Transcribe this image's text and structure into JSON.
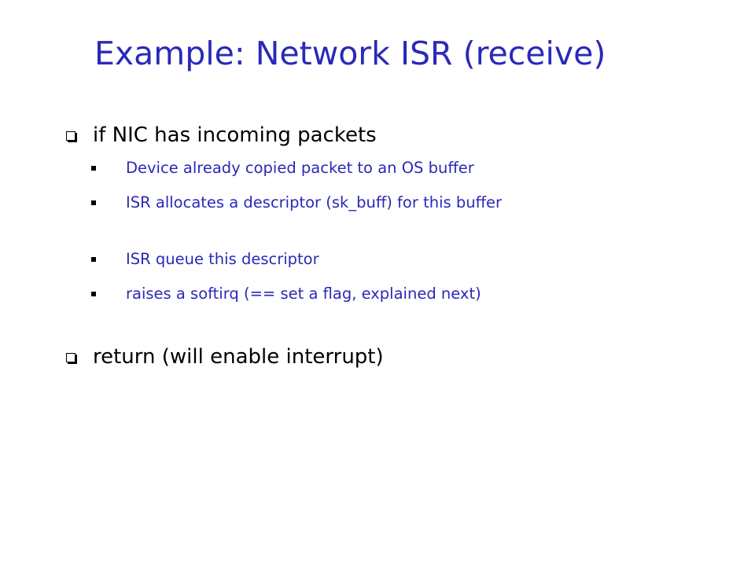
{
  "slide": {
    "title": "Example: Network ISR (receive)",
    "bullets": [
      {
        "text": "if NIC has incoming packets",
        "subitems": [
          "Device already copied packet to an OS buffer",
          "ISR allocates a descriptor (sk_buff) for this buffer",
          "ISR queue this descriptor",
          "raises a softirq (== set a flag, explained next)"
        ]
      },
      {
        "text": "return (will enable interrupt)",
        "subitems": []
      }
    ]
  },
  "colors": {
    "title": "#2a29b8",
    "subitem_text": "#2a29b8",
    "main_text": "#000000",
    "background": "#ffffff"
  },
  "icons": {
    "bullet_level1": "hollow-square-bullet-icon",
    "bullet_level2": "filled-square-bullet-icon"
  }
}
